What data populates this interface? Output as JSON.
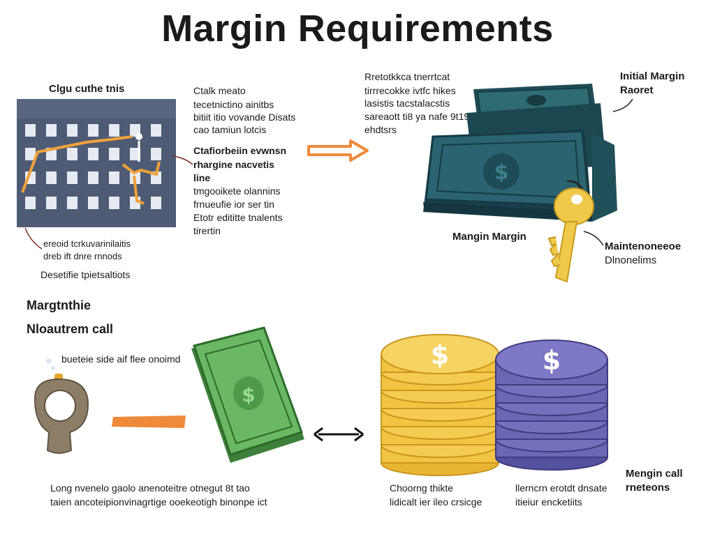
{
  "title": "Margin Requirements",
  "calendar": {
    "caption": "Clgu cuthe tnis",
    "note_lines": [
      "ereoid tcrkuvarinilaitis",
      "dreb ift dnre rnnods"
    ],
    "footer": "Desetifie tpietsaltiots"
  },
  "mid_text": {
    "block1": [
      "Ctalk meato",
      "tecetnictino ainitbs",
      "bitiit itio vovande Disats",
      "cao tamiun lotcis"
    ],
    "block2_heading": [
      "Ctafiorbeiin evwnsn",
      "rhargine nacvetis",
      "line"
    ],
    "block2": [
      "tmgooikete olannins",
      "frnueufie ior ser tin",
      "Etotr edititte tnalents",
      "tirertin"
    ]
  },
  "top_right_text": [
    "Rretotkkca tnerrtcat",
    "tirrrecokke ivtfc hikes",
    "lasistis tacstalacstis",
    "sareaott ti8 ya nafe 9t193",
    "ehdtsrs"
  ],
  "money_stack": {
    "initial_label": [
      "Initial Margin",
      "Raoret"
    ],
    "stack_label": "Mangin Margin",
    "maintenance_label": [
      "Maintenoneeoe",
      "Dlnonelims"
    ]
  },
  "bottom_left": {
    "heading1": "Margtnthie",
    "heading2": "Nloautrem call",
    "faucet_note": "bueteie side aif flee onoimd",
    "footer": [
      "Long nvenelo gaolo anenoteitre otnegut 8t tao",
      "taien ancoteipionvinagrtige ooekeotigh binonpe ict"
    ]
  },
  "coins": {
    "gold_caption": [
      "Choorng thikte",
      "lidicalt ier ileo crsicge"
    ],
    "blue_caption": [
      "llerncrn erotdt dnsate",
      "itieiur encketiits"
    ],
    "margin_call": [
      "Mengin call",
      "rneteons"
    ]
  },
  "colors": {
    "calendar": "#4f5b74",
    "money_dark": "#22555f",
    "orange": "#ef8a3a",
    "gold": "#f2c444",
    "blue_coin": "#6b67b4",
    "green_bill": "#5fa55a",
    "key": "#f0c94a"
  },
  "icons": [
    "calendar-chart-icon",
    "arrow-right-icon",
    "money-stack-icon",
    "key-icon",
    "faucet-icon",
    "bill-icon",
    "double-arrow-icon",
    "gold-coins-icon",
    "blue-coins-icon"
  ]
}
